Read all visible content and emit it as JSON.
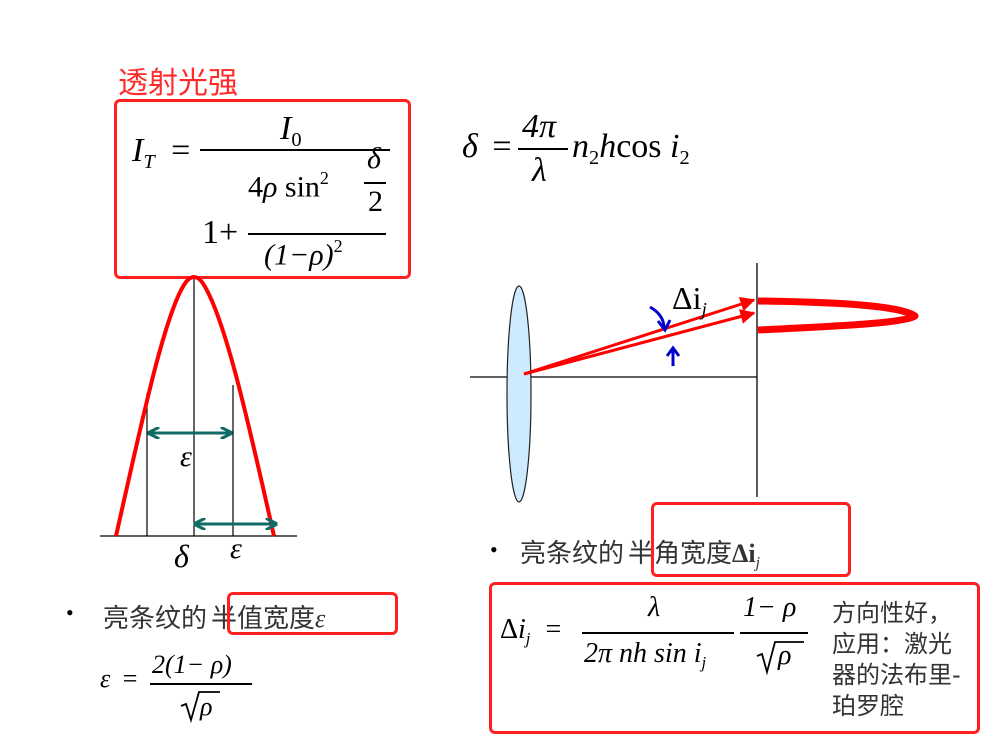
{
  "slide": {
    "heading": "透射光强",
    "transmitted_formula": {
      "lhs": "I",
      "lhs_sub": "T",
      "equals": "=",
      "numerator": "I",
      "numerator_sub": "0",
      "den_one_plus": "1+",
      "inner_num_prefix": "4ρ sin",
      "inner_num_sup": "2",
      "inner_num_frac_top": "δ",
      "inner_num_frac_bot": "2",
      "inner_den": "(1−ρ)",
      "inner_den_sup": "2"
    },
    "phase_formula": {
      "lhs": "δ",
      "equals": "=",
      "frac_top": "4π",
      "frac_bot": "λ",
      "rest_n": "n",
      "rest_n_sub": "2",
      "rest_h": "h",
      "rest_cos": "cos",
      "rest_i": "i",
      "rest_i_sub": "2"
    },
    "left_diagram": {
      "label_epsilon_upper": "ε",
      "label_epsilon_lower": "ε",
      "label_delta": "δ",
      "curve_color": "#ff0000",
      "arrow_color": "#0f6b63"
    },
    "right_diagram": {
      "label_delta_i": "Δi",
      "label_delta_i_sub": "j",
      "lens_color": "#cdeaff",
      "ray_color": "#ff0000",
      "angle_arrow_color": "#0000cc"
    },
    "bullet_left": {
      "dot": "•",
      "text_plain": "亮条纹的",
      "text_boxed": "半值宽度",
      "symbol": "ε"
    },
    "epsilon_formula": {
      "lhs": "ε",
      "equals": "=",
      "numerator": "2(1− ρ)",
      "denominator": "ρ"
    },
    "bullet_right": {
      "dot": "•",
      "text_plain": "亮条纹的",
      "text_boxed": "半角宽度",
      "symbol": "Δi",
      "symbol_sub": "j"
    },
    "delta_i_formula": {
      "lhs": "Δi",
      "lhs_sub": "j",
      "equals": "=",
      "frac1_top": "λ",
      "frac1_bot_prefix": "2π nh sin i",
      "frac1_bot_sub": "j",
      "frac2_top": "1− ρ",
      "frac2_bot": "ρ"
    },
    "note_lines": [
      "方向性好，",
      "应用：激光",
      "器的法布里-",
      "珀罗腔"
    ],
    "highlight_color": "#ff2020"
  }
}
